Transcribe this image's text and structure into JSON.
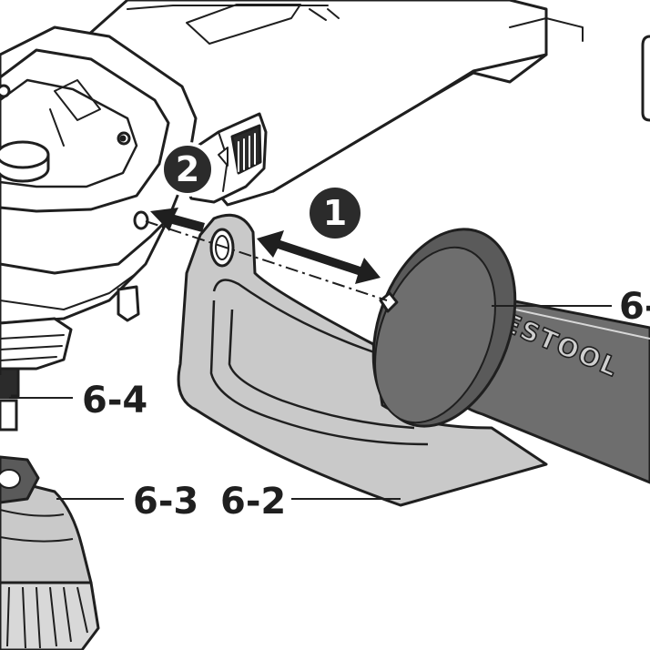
{
  "diagram": {
    "steps": [
      {
        "number": "1",
        "meaning": "slide handle and bracket assembly along axis"
      },
      {
        "number": "2",
        "meaning": "fit assembly onto grinder housing"
      }
    ],
    "callouts": [
      {
        "id": "6-1",
        "text": "6-"
      },
      {
        "id": "6-2",
        "text": "6-2"
      },
      {
        "id": "6-3",
        "text": "6-3"
      },
      {
        "id": "6-4",
        "text": "6-4"
      }
    ],
    "handle_brand": "FESTOOL",
    "colors": {
      "outline": "#1f1f1f",
      "badge_fill": "#2b2b2b",
      "guard_fill": "#c9c9c9",
      "handle_fill": "#6e6e6e",
      "grinder_fill": "#ffffff"
    }
  }
}
